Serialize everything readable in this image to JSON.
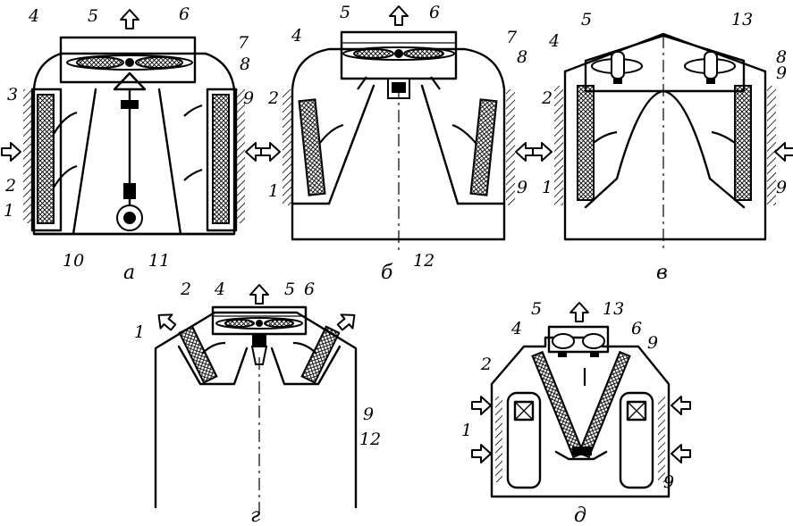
{
  "figure": {
    "panels": [
      {
        "id": "a",
        "caption": "а",
        "labels": [
          "1",
          "2",
          "3",
          "4",
          "5",
          "6",
          "7",
          "8",
          "9",
          "10",
          "11"
        ]
      },
      {
        "id": "b",
        "caption": "б",
        "labels": [
          "1",
          "2",
          "4",
          "5",
          "6",
          "7",
          "8",
          "9",
          "12"
        ]
      },
      {
        "id": "v",
        "caption": "в",
        "labels": [
          "1",
          "2",
          "4",
          "5",
          "8",
          "9",
          "9",
          "13"
        ]
      },
      {
        "id": "g",
        "caption": "г",
        "labels": [
          "1",
          "2",
          "4",
          "5",
          "6",
          "9",
          "12"
        ]
      },
      {
        "id": "d",
        "caption": "д",
        "labels": [
          "1",
          "2",
          "4",
          "5",
          "6",
          "9",
          "9",
          "13"
        ]
      }
    ]
  }
}
